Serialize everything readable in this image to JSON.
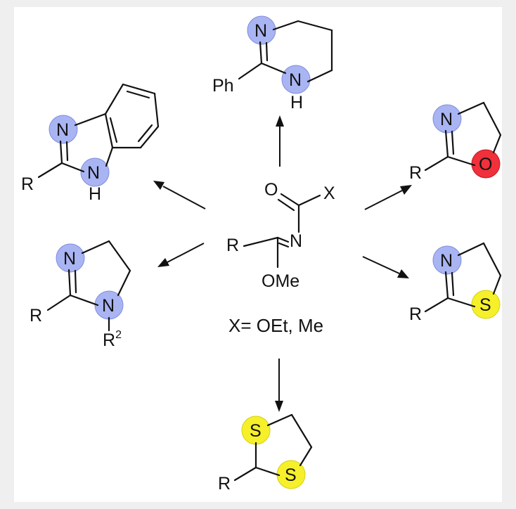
{
  "colors": {
    "nitrogen_highlight": "#a9b4f2",
    "oxygen_highlight": "#f0303a",
    "sulfur_highlight": "#f6f02a",
    "background": "#efefef",
    "frame": "#ffffff",
    "ink": "#111111"
  },
  "center": {
    "atom_O": "O",
    "atom_X": "X",
    "atom_N": "N",
    "atom_R": "R",
    "atom_OMe": "OMe",
    "caption": "X= OEt, Me"
  },
  "tetrahydropyrimidine": {
    "atom_N_top": "N",
    "atom_N_bottom": "N",
    "atom_H": "H",
    "substituent": "Ph"
  },
  "benzimidazole": {
    "atom_N_top": "N",
    "atom_N_bottom": "N",
    "atom_H": "H",
    "substituent": "R"
  },
  "imidazoline": {
    "atom_N_top": "N",
    "atom_N_bottom": "N",
    "substituent": "R",
    "n_substituent": "R",
    "n_substituent_sup": "2"
  },
  "oxazoline": {
    "atom_N": "N",
    "atom_O": "O",
    "substituent": "R"
  },
  "thiazoline": {
    "atom_N": "N",
    "atom_S": "S",
    "substituent": "R"
  },
  "dithiolane": {
    "atom_S_top": "S",
    "atom_S_bottom": "S",
    "substituent": "R"
  }
}
